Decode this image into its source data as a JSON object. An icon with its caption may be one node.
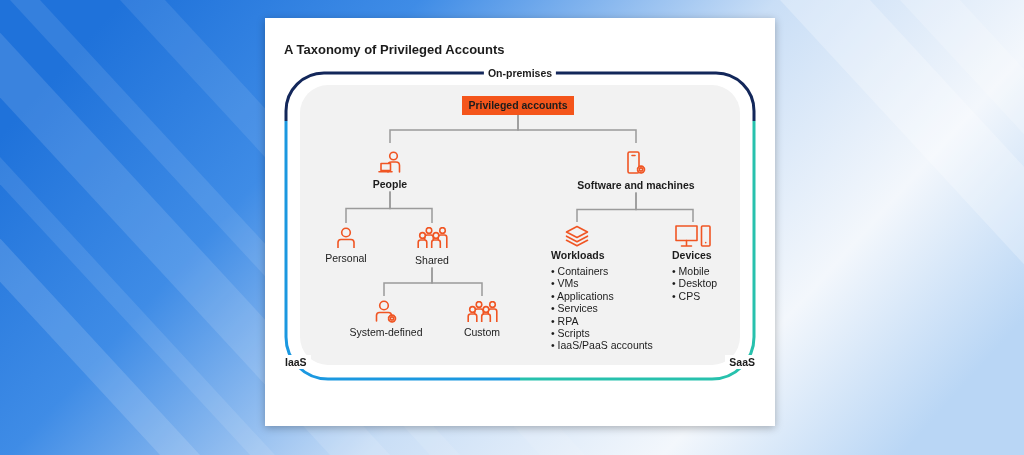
{
  "diagram": {
    "title": "A Taxonomy of Privileged Accounts",
    "nodes": [
      {
        "text": [
          "On-premises",
          "IaaS",
          "SaaS"
        ]
      },
      {
        "text": [],
        "shape": "box",
        "in": 0
      },
      {
        "text": [
          "Privileged accounts"
        ],
        "in": 1
      },
      {
        "text": [
          "People"
        ],
        "in": 1
      },
      {
        "text": [
          "Software and machines"
        ],
        "in": 1
      },
      {
        "text": [
          "Personal"
        ],
        "in": 1
      },
      {
        "text": [
          "Shared"
        ],
        "in": 1
      },
      {
        "text": [
          "System-defined"
        ],
        "in": 1
      },
      {
        "text": [
          "Custom"
        ],
        "in": 1
      },
      {
        "text": [
          "Workloads"
        ],
        "beside": [
          "• Containers",
          "• VMs",
          "• Applications",
          "• Services",
          "• RPA",
          "• Scripts",
          "• IaaS/PaaS accounts"
        ],
        "in": 1
      },
      {
        "text": [
          "Devices"
        ],
        "beside": [
          "• Mobile",
          "• Desktop",
          "• CPS"
        ],
        "in": 1
      }
    ],
    "edges": [
      {
        "from": 2,
        "to": 3,
        "arrow": "none"
      },
      {
        "from": 2,
        "to": 4,
        "arrow": "none"
      },
      {
        "from": 3,
        "to": 5,
        "arrow": "none"
      },
      {
        "from": 3,
        "to": 6,
        "arrow": "none"
      },
      {
        "from": 6,
        "to": 7,
        "arrow": "none"
      },
      {
        "from": 6,
        "to": 8,
        "arrow": "none"
      },
      {
        "from": 4,
        "to": 9,
        "arrow": "none"
      },
      {
        "from": 4,
        "to": 10,
        "arrow": "none"
      }
    ]
  }
}
